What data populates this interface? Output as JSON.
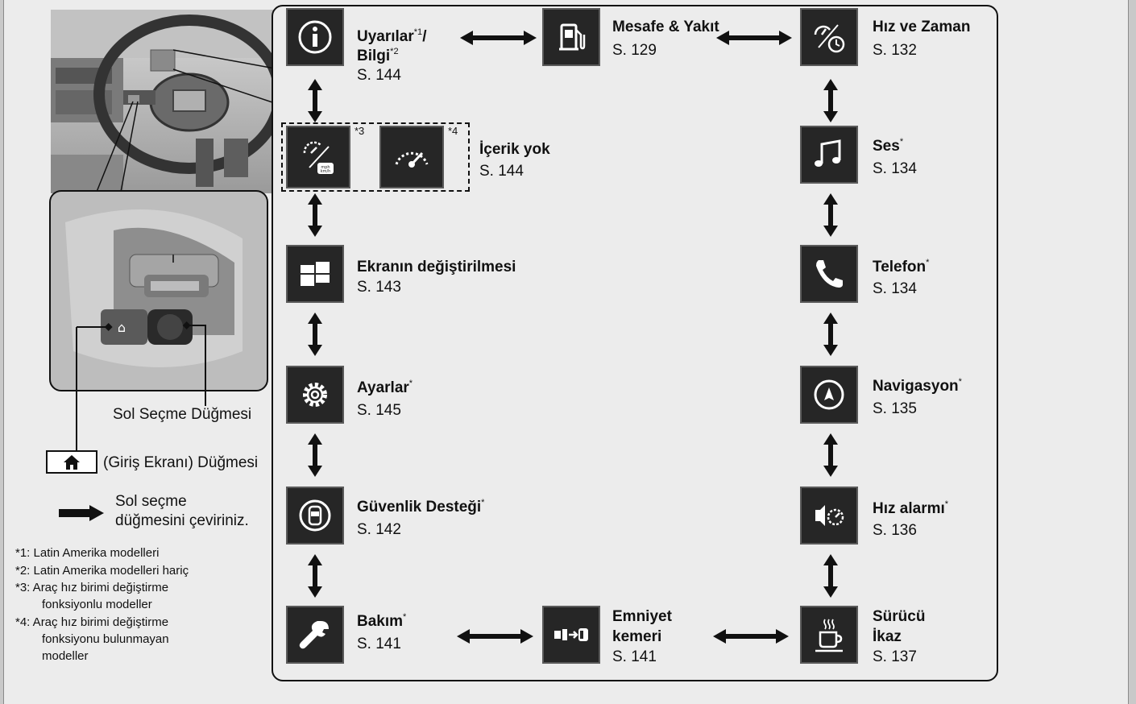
{
  "items": {
    "warnings": {
      "title": "Uyarılar",
      "sup1": "*1",
      "slash": "/",
      "title2": "Bilgi",
      "sup2": "*2",
      "page": "S. 144"
    },
    "range_fuel": {
      "title": "Mesafe & Yakıt",
      "page": "S. 129"
    },
    "speed_time": {
      "title": "Hız ve Zaman",
      "page": "S. 132"
    },
    "no_content": {
      "title": "İçerik yok",
      "page": "S. 144",
      "sup3": "*3",
      "sup4": "*4"
    },
    "audio": {
      "title": "Ses",
      "star": "*",
      "page": "S. 134"
    },
    "display_change": {
      "title": "Ekranın değiştirilmesi",
      "page": "S. 143"
    },
    "phone": {
      "title": "Telefon",
      "star": "*",
      "page": "S. 134"
    },
    "settings": {
      "title": "Ayarlar",
      "star": "*",
      "page": "S. 145"
    },
    "navigation": {
      "title": "Navigasyon",
      "star": "*",
      "page": "S. 135"
    },
    "safety_support": {
      "title": "Güvenlik Desteği",
      "star": "*",
      "page": "S. 142"
    },
    "speed_alarm": {
      "title": "Hız alarmı",
      "star": "*",
      "page": "S. 136"
    },
    "maintenance": {
      "title": "Bakım",
      "star": "*",
      "page": "S. 141"
    },
    "seatbelt": {
      "title1": "Emniyet",
      "title2": "kemeri",
      "page": "S. 141"
    },
    "driver_alert": {
      "title1": "Sürücü",
      "title2": "İkaz",
      "page": "S. 137"
    }
  },
  "left": {
    "selector_label": "Sol Seçme Düğmesi",
    "home_label": "(Giriş Ekranı) Düğmesi",
    "rotate_line1": "Sol seçme",
    "rotate_line2": "düğmesini çeviriniz.",
    "mph": "mph",
    "kmh": "km/h"
  },
  "footnotes": [
    "*1: Latin Amerika modelleri",
    "*2: Latin Amerika modelleri hariç",
    "*3: Araç hız birimi değiştirme",
    "fonksiyonlu modeller",
    "*4: Araç hız birimi değiştirme",
    "fonksiyonu bulunmayan",
    "modeller"
  ],
  "colors": {
    "tile": "#262626",
    "frame_bg": "#ececec",
    "arrow": "#111111"
  }
}
